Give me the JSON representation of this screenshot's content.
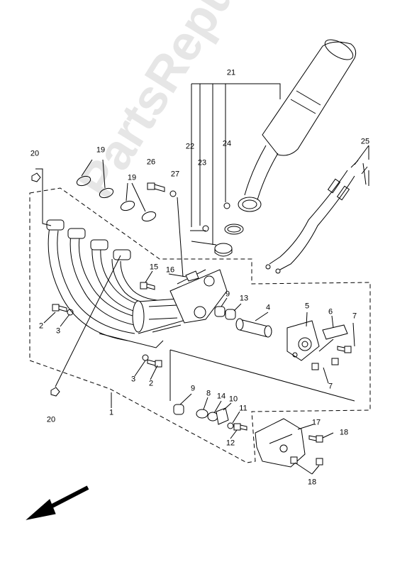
{
  "diagram": {
    "watermark_text": "PartsRepublik",
    "callouts": {
      "c1": "1",
      "c2a": "2",
      "c2b": "2",
      "c3a": "3",
      "c3b": "3",
      "c4": "4",
      "c5": "5",
      "c6": "6",
      "c7a": "7",
      "c7b": "7",
      "c8": "8",
      "c9a": "9",
      "c9b": "9",
      "c10": "10",
      "c11": "11",
      "c12": "12",
      "c13": "13",
      "c14": "14",
      "c15": "15",
      "c16": "16",
      "c17": "17",
      "c18a": "18",
      "c18b": "18",
      "c19a": "19",
      "c19b": "19",
      "c20a": "20",
      "c20b": "20",
      "c21": "21",
      "c22": "22",
      "c23": "23",
      "c24": "24",
      "c25": "25",
      "c26": "26",
      "c27": "27"
    },
    "direction_arrow_icon": "front-direction-arrow"
  }
}
